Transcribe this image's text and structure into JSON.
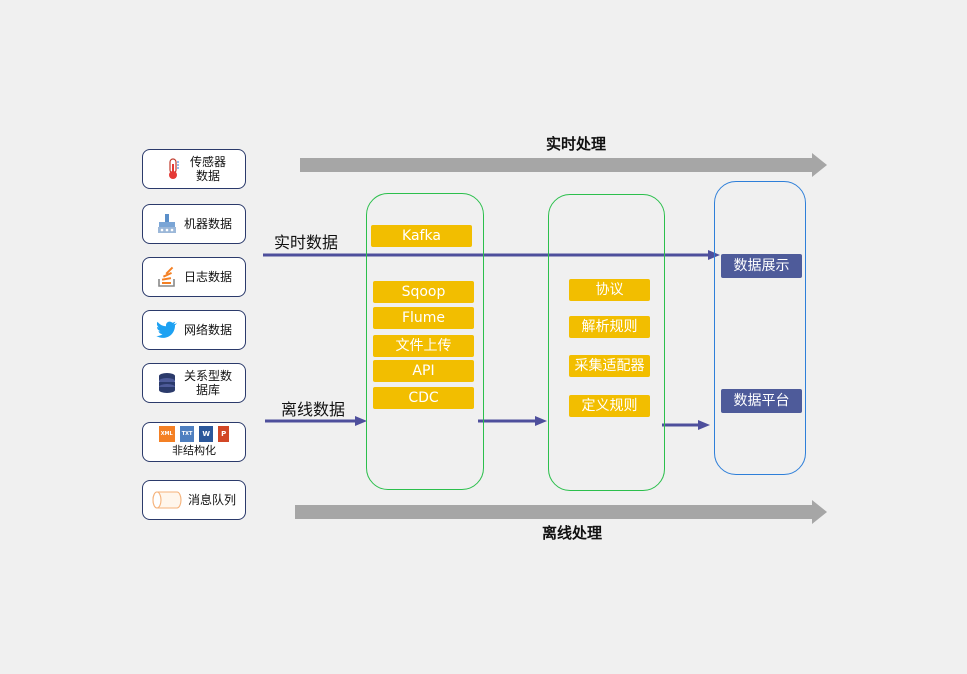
{
  "headings": {
    "realtime_processing": "实时处理",
    "offline_processing": "离线处理"
  },
  "flows": {
    "realtime_data": "实时数据",
    "offline_data": "离线数据"
  },
  "sources": [
    {
      "label": "传感器\n数据",
      "icon": "thermometer-icon"
    },
    {
      "label": "机器数据",
      "icon": "machine-icon"
    },
    {
      "label": "日志数据",
      "icon": "log-icon"
    },
    {
      "label": "网络数据",
      "icon": "bird-icon"
    },
    {
      "label": "关系型数\n据库",
      "icon": "database-icon"
    },
    {
      "label": "非结构化",
      "icon": "file-types-icon"
    },
    {
      "label": "消息队列",
      "icon": "cylinder-icon"
    }
  ],
  "file_type_badges": [
    "XML",
    "TXT",
    "W",
    "P"
  ],
  "ingestion": {
    "kafka": "Kafka",
    "items": [
      "Sqoop",
      "Flume",
      "文件上传",
      "API",
      "CDC"
    ]
  },
  "processing": {
    "items": [
      "协议",
      "解析规则",
      "采集适配器",
      "定义规则"
    ]
  },
  "platform": {
    "display": "数据展示",
    "data_platform": "数据平台"
  },
  "colors": {
    "background": "#f0f0f0",
    "source_border": "#2b3a6b",
    "tag_yellow": "#f2be00",
    "tag_blue": "#4e5b9a",
    "flow_arrow": "#4e4f9c",
    "big_arrow": "#a6a6a6",
    "group_border": "#2bbf4c",
    "platform_border": "#2e7fd9"
  }
}
